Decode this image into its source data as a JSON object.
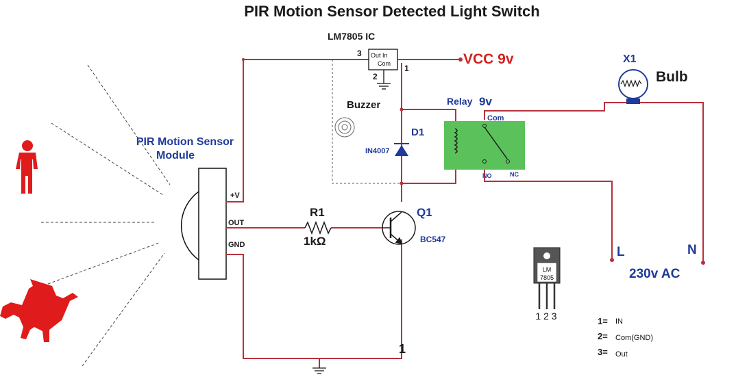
{
  "title": "PIR Motion Sensor Detected Light Switch",
  "regulator": {
    "label": "LM7805 IC",
    "in_text": "Out  In",
    "com_text": "Com",
    "pin3": "3",
    "pin2": "2",
    "pin1": "1"
  },
  "vcc": "VCC 9v",
  "bulb": {
    "ref": "X1",
    "label": "Bulb"
  },
  "buzzer": "Buzzer",
  "relay": {
    "label": "Relay",
    "voltage": "9v",
    "com": "Com",
    "no": "NO",
    "nc": "NC"
  },
  "diode": {
    "ref": "D1",
    "part": "IN4007"
  },
  "pir": {
    "line1": "PIR Motion Sensor",
    "line2": "Module",
    "pin_v": "+V",
    "pin_out": "OUT",
    "pin_gnd": "GND"
  },
  "resistor": {
    "ref": "R1",
    "value": "1kΩ"
  },
  "transistor": {
    "ref": "Q1",
    "part": "BC547"
  },
  "mains": {
    "l": "L",
    "n": "N",
    "label": "230v AC"
  },
  "package": {
    "line1": "LM",
    "line2": "7805",
    "pins": "1 2 3"
  },
  "pin_legend": [
    {
      "num": "1=",
      "text": "IN"
    },
    {
      "num": "2=",
      "text": "Com(GND)"
    },
    {
      "num": "3=",
      "text": "Out"
    }
  ],
  "junction_label": "1",
  "colors": {
    "wire": "#b5313b",
    "blue_label": "#1f3a9a",
    "red_label": "#d42020",
    "relay_green": "#5bc25b",
    "figure_red": "#e01b1b"
  }
}
